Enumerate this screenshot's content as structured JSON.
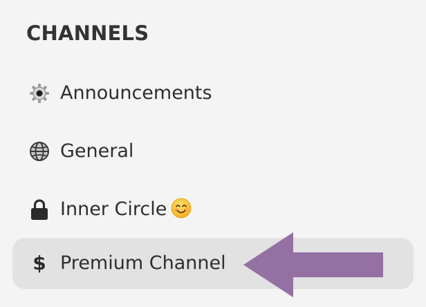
{
  "sidebar": {
    "section_title": "CHANNELS",
    "channels": [
      {
        "label": "Announcements",
        "icon": "gear-icon",
        "active": false
      },
      {
        "label": "General",
        "icon": "globe-icon",
        "active": false
      },
      {
        "label": "Inner Circle",
        "icon": "lock-icon",
        "emoji": "smiling-face-emoji",
        "active": false
      },
      {
        "label": "Premium Channel",
        "icon": "dollar-icon",
        "icon_text": "$",
        "active": true
      }
    ]
  },
  "colors": {
    "background": "#f4f4f4",
    "active_row": "#e2e2e2",
    "arrow": "#9570a2",
    "text": "#2e2e2e"
  }
}
